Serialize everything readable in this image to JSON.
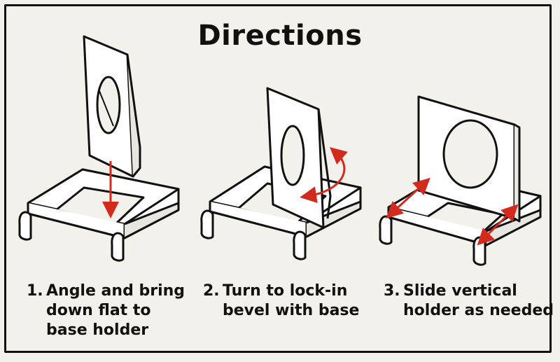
{
  "title": "Directions",
  "colors": {
    "ink": "#111111",
    "arrow": "#d22b1e",
    "paper": "#f3f1ec",
    "part": "#ffffff"
  },
  "steps": [
    {
      "number": "1.",
      "lines": [
        "Angle and bring",
        "down flat to",
        "base holder"
      ],
      "arrow": "down-arrow"
    },
    {
      "number": "2.",
      "lines": [
        "Turn to lock-in",
        "bevel with base"
      ],
      "arrow": "rotate-arrow"
    },
    {
      "number": "3.",
      "lines": [
        "Slide vertical",
        "holder as needed"
      ],
      "arrow": "double-headed-arrows"
    }
  ]
}
